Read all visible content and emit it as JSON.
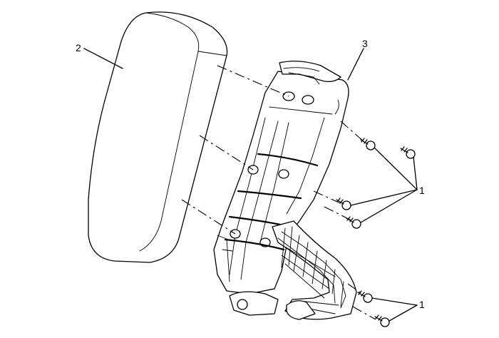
{
  "callouts": {
    "fasteners_upper": "1",
    "fasteners_lower": "1",
    "headrest": "2",
    "seatback_frame": "3"
  },
  "colors": {
    "line": "#000000",
    "background": "#ffffff"
  }
}
